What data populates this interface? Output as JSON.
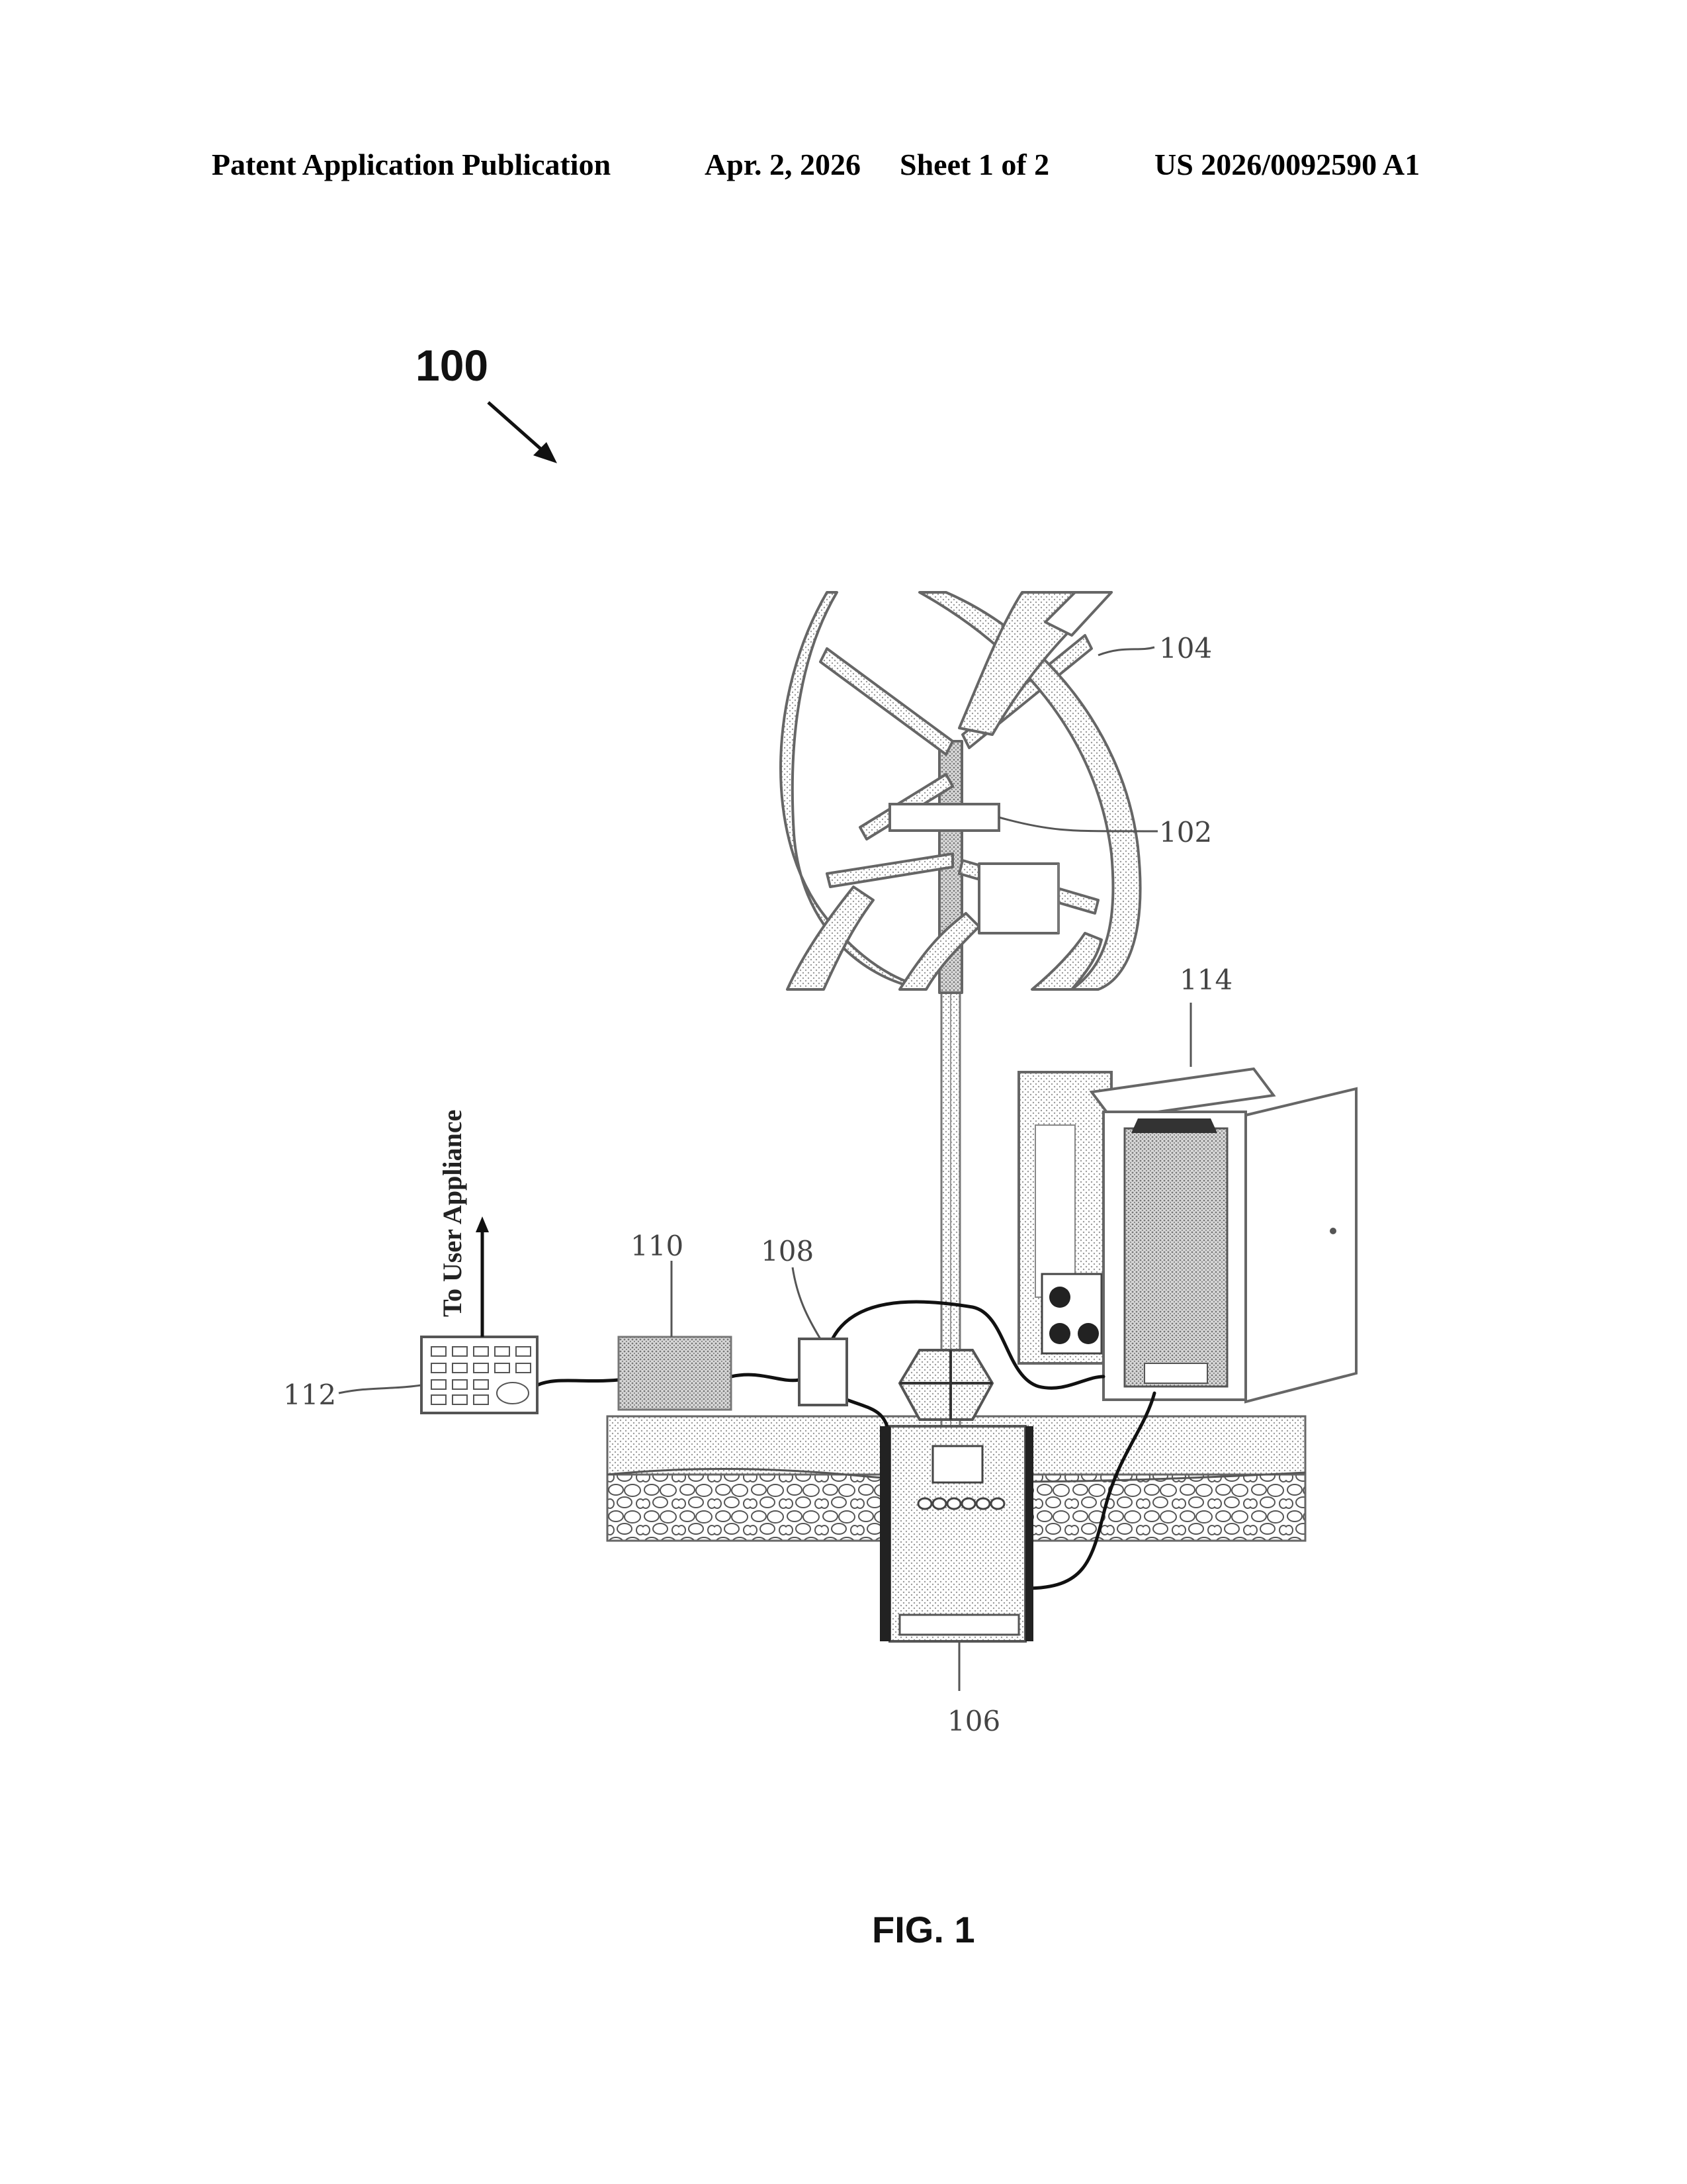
{
  "header": {
    "publication": "Patent Application Publication",
    "date": "Apr. 2, 2026",
    "sheet": "Sheet 1 of 2",
    "number": "US 2026/0092590 A1"
  },
  "figure": {
    "system_ref": "100",
    "caption": "FIG. 1",
    "arrow_text": "To User Appliance",
    "labels": {
      "generator": "102",
      "turbine": "104",
      "controller": "106",
      "junction": "108",
      "battery": "110",
      "keypad": "112",
      "cabinet": "114"
    }
  }
}
